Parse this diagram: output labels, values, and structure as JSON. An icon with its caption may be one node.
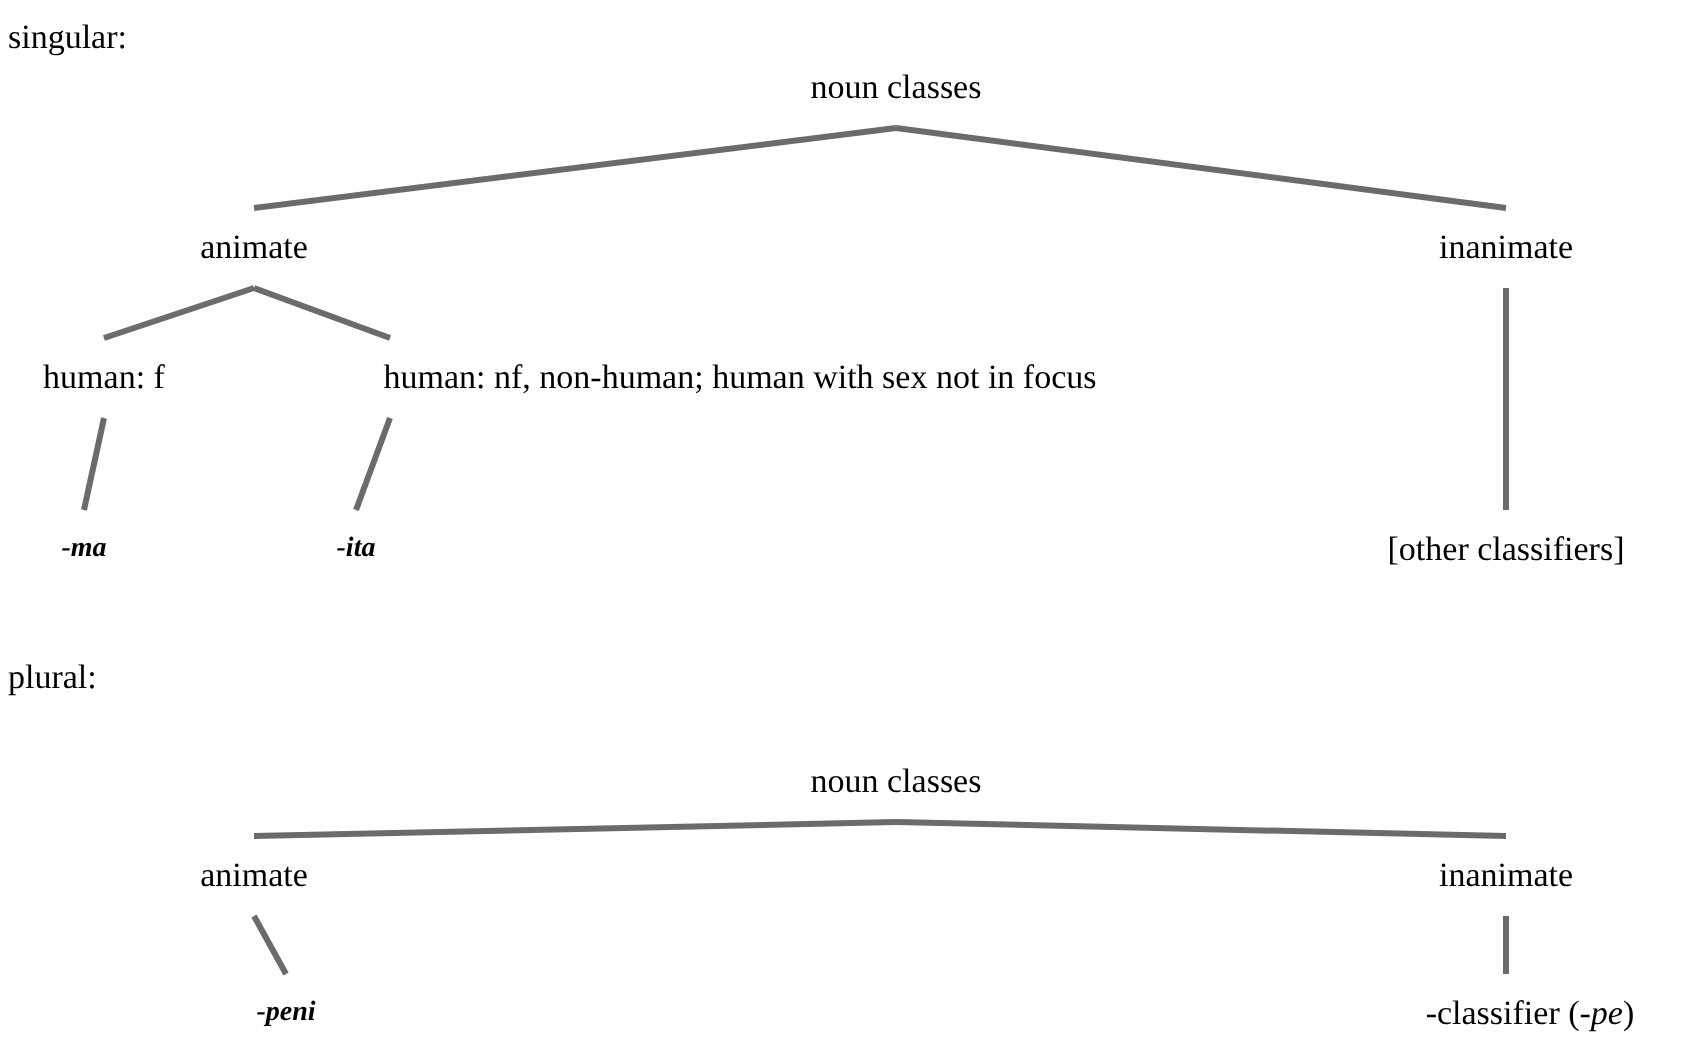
{
  "diagram": {
    "nodes": [
      {
        "text": [
          "noun classes"
        ]
      },
      {
        "text": [
          "animate"
        ]
      },
      {
        "text": [
          "inanimate"
        ]
      },
      {
        "text": [
          "human: f"
        ]
      },
      {
        "text": [
          "human: nf, non-human; human with sex not in focus"
        ]
      },
      {
        "text": [
          "-ma"
        ]
      },
      {
        "text": [
          "-ita"
        ]
      },
      {
        "text": [
          "[other classifiers]"
        ]
      },
      {
        "text": [
          "noun classes"
        ]
      },
      {
        "text": [
          "animate"
        ]
      },
      {
        "text": [
          "inanimate"
        ]
      },
      {
        "text": [
          "-peni"
        ]
      },
      {
        "text": [
          "-classifier (*-pe*)"
        ]
      }
    ],
    "edges": [
      {
        "from": 0,
        "to": 1,
        "arrow": "none"
      },
      {
        "from": 0,
        "to": 2,
        "arrow": "none"
      },
      {
        "from": 1,
        "to": 3,
        "arrow": "none"
      },
      {
        "from": 1,
        "to": 4,
        "arrow": "none"
      },
      {
        "from": 3,
        "to": 5,
        "arrow": "none"
      },
      {
        "from": 4,
        "to": 6,
        "arrow": "none"
      },
      {
        "from": 2,
        "to": 7,
        "arrow": "none"
      },
      {
        "from": 8,
        "to": 9,
        "arrow": "none"
      },
      {
        "from": 8,
        "to": 10,
        "arrow": "none"
      },
      {
        "from": 9,
        "to": 11,
        "arrow": "none"
      },
      {
        "from": 10,
        "to": 12,
        "arrow": "none"
      }
    ],
    "labels": [
      "singular:",
      "plural:"
    ]
  }
}
